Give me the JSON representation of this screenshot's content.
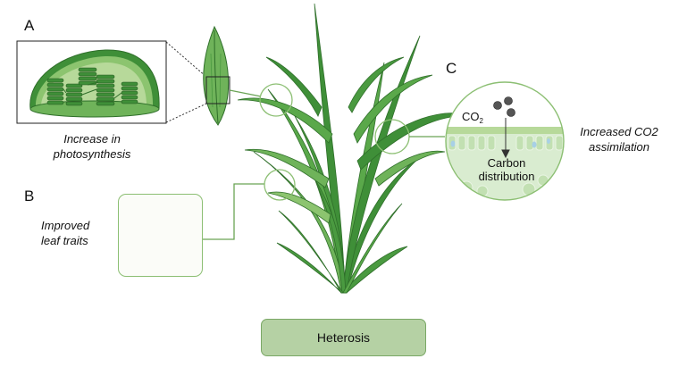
{
  "panels": {
    "a": {
      "letter": "A",
      "caption_line1": "Increase in",
      "caption_line2": "photosynthesis"
    },
    "b": {
      "letter": "B",
      "caption_line1": "Improved",
      "caption_line2": "leaf traits"
    },
    "c": {
      "letter": "C",
      "co2_label": "CO",
      "co2_subscript": "2",
      "carbon_line1": "Carbon",
      "carbon_line2": "distribution",
      "caption_line1": "Increased CO2",
      "caption_line2": "assimilation"
    }
  },
  "bottom_box": {
    "label": "Heterosis"
  },
  "colors": {
    "leaf_dark": "#3f8f38",
    "leaf_mid": "#5aa84a",
    "leaf_light": "#8cc46f",
    "circle_stroke": "#8cbf73",
    "connector": "#6aa455",
    "box_fill": "#b5d1a4"
  }
}
